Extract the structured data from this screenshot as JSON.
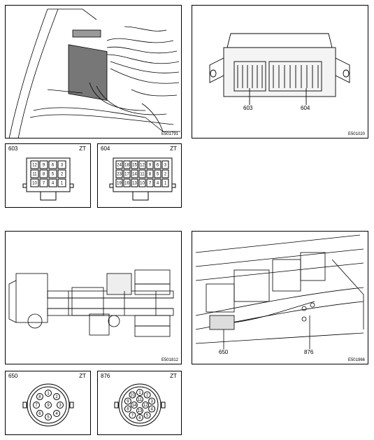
{
  "panels": {
    "engine_bay": {
      "ref": "E501791"
    },
    "block": {
      "ref": "E501020",
      "label_left": "603",
      "label_right": "604"
    },
    "conn603": {
      "id": "603",
      "zt": "ZT",
      "pins": [
        "12",
        "9",
        "6",
        "3",
        "11",
        "8",
        "5",
        "2",
        "10",
        "7",
        "4",
        "1"
      ]
    },
    "conn604": {
      "id": "604",
      "zt": "ZT",
      "pins": [
        "24",
        "18",
        "15",
        "12",
        "9",
        "6",
        "3",
        "23",
        "17",
        "14",
        "11",
        "8",
        "5",
        "2",
        "19",
        "16",
        "13",
        "10",
        "7",
        "4",
        "1"
      ]
    },
    "chassis": {
      "ref": "E501812"
    },
    "frame_detail": {
      "ref": "E501966",
      "label_left": "650",
      "label_right": "876"
    },
    "conn650": {
      "id": "650",
      "zt": "ZT",
      "pins": [
        "1",
        "2",
        "3",
        "4",
        "5",
        "6",
        "7",
        "8",
        "9"
      ]
    },
    "conn876": {
      "id": "876",
      "zt": "ZT",
      "pins": [
        "1",
        "2",
        "3",
        "4",
        "5",
        "6",
        "7",
        "8",
        "9",
        "10",
        "11",
        "12",
        "13",
        "14"
      ]
    }
  }
}
